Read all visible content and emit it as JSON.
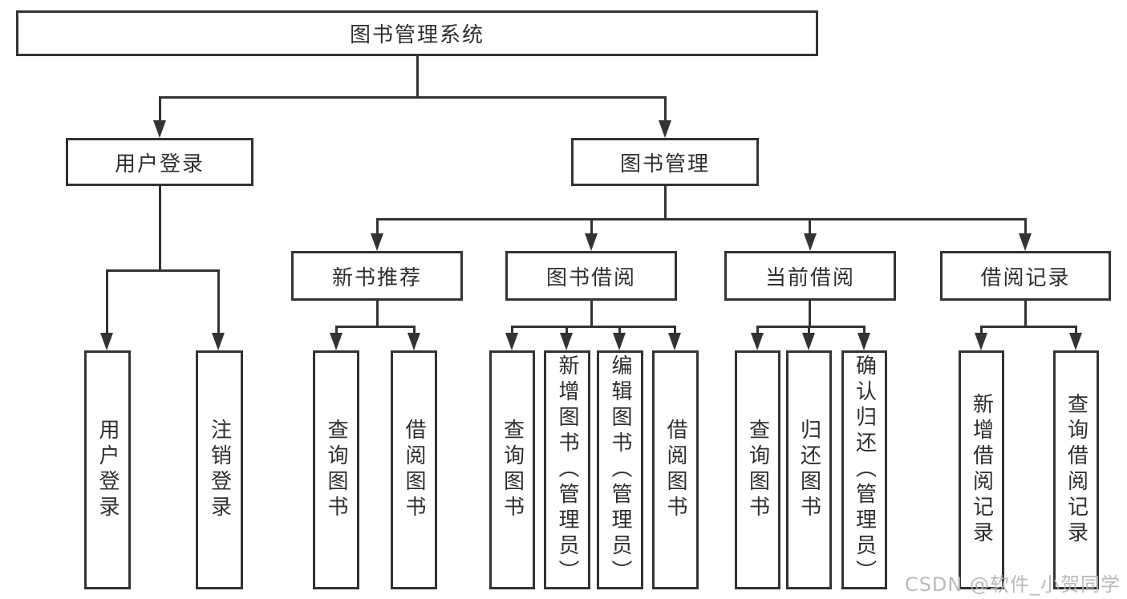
{
  "diagram_title": "图书管理系统",
  "tree": {
    "label": "图书管理系统",
    "children": [
      {
        "label": "用户登录",
        "children": [
          {
            "label": "用户登录"
          },
          {
            "label": "注销登录"
          }
        ]
      },
      {
        "label": "图书管理",
        "children": [
          {
            "label": "新书推荐",
            "children": [
              {
                "label": "查询图书"
              },
              {
                "label": "借阅图书"
              }
            ]
          },
          {
            "label": "图书借阅",
            "children": [
              {
                "label": "查询图书"
              },
              {
                "label": "新增图书（管理员）"
              },
              {
                "label": "编辑图书（管理员）"
              },
              {
                "label": "借阅图书"
              }
            ]
          },
          {
            "label": "当前借阅",
            "children": [
              {
                "label": "查询图书"
              },
              {
                "label": "归还图书"
              },
              {
                "label": "确认归还（管理员）"
              }
            ]
          },
          {
            "label": "借阅记录",
            "children": [
              {
                "label": "新增借阅记录"
              },
              {
                "label": "查询借阅记录"
              }
            ]
          }
        ]
      }
    ]
  },
  "watermark": {
    "text": "CSDN @软件_小贺同学"
  },
  "colors": {
    "line": "#333333",
    "text": "#2f2f2f",
    "watermark": "#b3b3b3",
    "background": "#ffffff"
  }
}
